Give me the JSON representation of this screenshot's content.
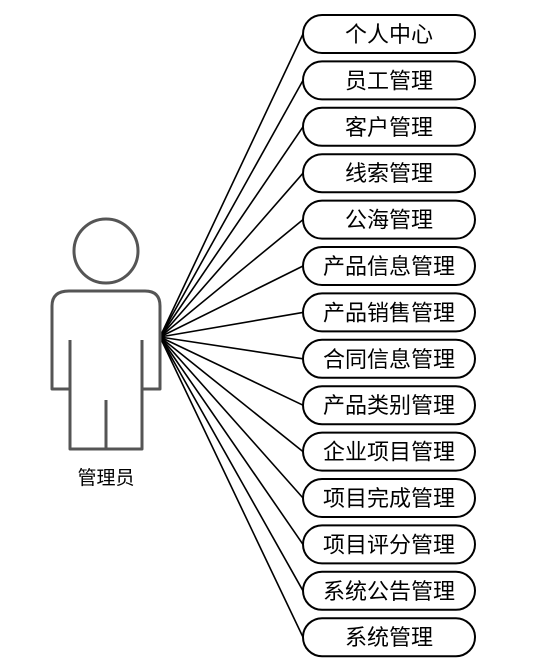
{
  "actor": {
    "label": "管理员"
  },
  "use_cases": [
    {
      "label": "个人中心"
    },
    {
      "label": "员工管理"
    },
    {
      "label": "客户管理"
    },
    {
      "label": "线索管理"
    },
    {
      "label": "公海管理"
    },
    {
      "label": "产品信息管理"
    },
    {
      "label": "产品销售管理"
    },
    {
      "label": "合同信息管理"
    },
    {
      "label": "产品类别管理"
    },
    {
      "label": "企业项目管理"
    },
    {
      "label": "项目完成管理"
    },
    {
      "label": "项目评分管理"
    },
    {
      "label": "系统公告管理"
    },
    {
      "label": "系统管理"
    }
  ],
  "colors": {
    "stroke": "#000000",
    "actor_stroke": "#555555",
    "background": "#ffffff"
  }
}
